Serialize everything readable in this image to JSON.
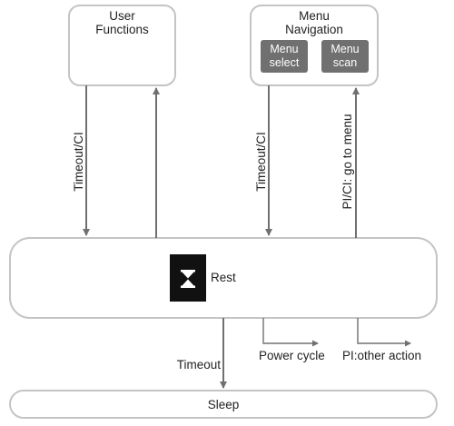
{
  "nodes": {
    "user_functions": {
      "line1": "User",
      "line2": "Functions"
    },
    "menu_navigation": {
      "line1": "Menu",
      "line2": "Navigation",
      "buttons": [
        {
          "line1": "Menu",
          "line2": "select"
        },
        {
          "line1": "Menu",
          "line2": "scan"
        }
      ]
    },
    "rest": {
      "label": "Rest",
      "icon": "hourglass-icon"
    },
    "sleep": {
      "label": "Sleep"
    }
  },
  "edges": {
    "user_to_rest": "Timeout/CI",
    "menu_to_rest": "Timeout/CI",
    "rest_to_menu": "PI/CI: go to menu",
    "rest_to_sleep": "Timeout",
    "power_cycle": "Power cycle",
    "other_action": "PI:other action"
  },
  "colors": {
    "box_border": "#c4c4c4",
    "arrow": "#707070",
    "sub_button": "#707070",
    "icon_bg": "#111111",
    "icon_fg": "#ffffff"
  }
}
